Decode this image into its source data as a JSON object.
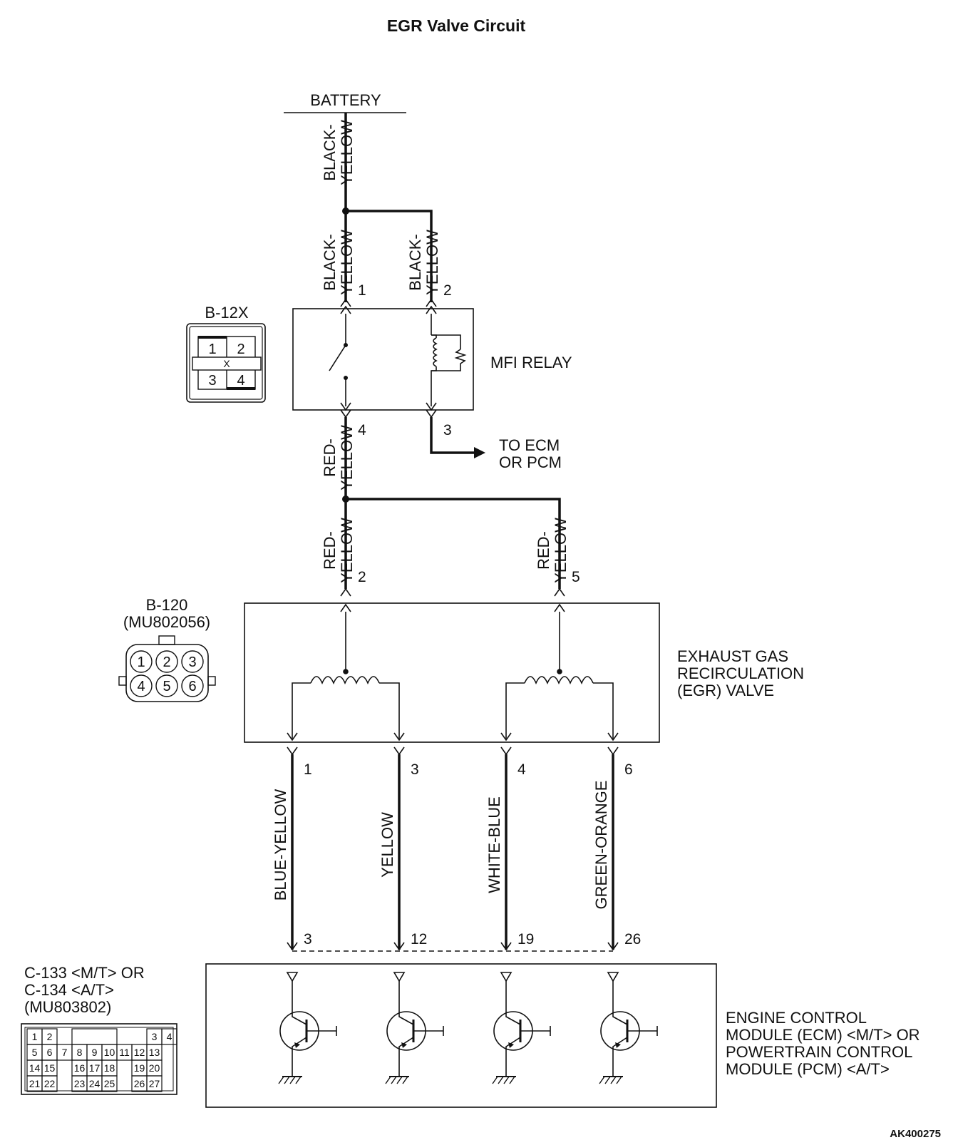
{
  "title": "EGR Valve Circuit",
  "battery": {
    "label": "BATTERY"
  },
  "wire_colors": {
    "black_yellow_main": [
      "BLACK-",
      "YELLOW"
    ],
    "black_yellow_pin1": [
      "BLACK-",
      "YELLOW"
    ],
    "black_yellow_pin2": [
      "BLACK-",
      "YELLOW"
    ],
    "red_yellow_relay": [
      "RED-",
      "YELLOW"
    ],
    "red_yellow_pin2": [
      "RED-",
      "YELLOW"
    ],
    "red_yellow_pin5": [
      "RED-",
      "YELLOW"
    ],
    "lower": [
      "BLUE-YELLOW",
      "YELLOW",
      "WHITE-BLUE",
      "GREEN-ORANGE"
    ]
  },
  "relay": {
    "label": "MFI RELAY",
    "pins": [
      "1",
      "2",
      "4",
      "3"
    ],
    "connector": {
      "code": "B-12X",
      "cells": [
        "1",
        "2",
        "X",
        "3",
        "4"
      ]
    }
  },
  "to_ecm": [
    "TO ECM",
    "OR PCM"
  ],
  "egr": {
    "label_lines": [
      "EXHAUST GAS",
      "RECIRCULATION",
      "(EGR) VALVE"
    ],
    "top_pins": [
      "2",
      "5"
    ],
    "bottom_pins": [
      "1",
      "3",
      "4",
      "6"
    ],
    "connector": {
      "code": "B-120",
      "part": "(MU802056)",
      "cells": [
        "1",
        "2",
        "3",
        "4",
        "5",
        "6"
      ]
    }
  },
  "module": {
    "label_lines": [
      "ENGINE CONTROL",
      "MODULE (ECM) <M/T> OR",
      "POWERTRAIN CONTROL",
      "MODULE (PCM) <A/T>"
    ],
    "pins": [
      "3",
      "12",
      "19",
      "26"
    ],
    "connector": {
      "lines": [
        "C-133 <M/T> OR",
        "C-134 <A/T>",
        "(MU803802)"
      ],
      "cells": [
        "1",
        "2",
        "3",
        "4",
        "5",
        "6",
        "7",
        "8",
        "9",
        "10",
        "11",
        "12",
        "13",
        "14",
        "15",
        "16",
        "17",
        "18",
        "19",
        "20",
        "21",
        "22",
        "23",
        "24",
        "25",
        "26",
        "27"
      ]
    }
  },
  "figure_code": "AK400275"
}
